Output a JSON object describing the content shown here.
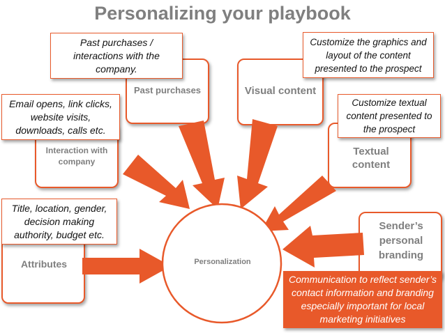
{
  "title": "Personalizing your playbook",
  "center": {
    "label": "Personalization"
  },
  "cards": {
    "past_purchases": "Past purchases",
    "visual_content": "Visual content",
    "interaction": "Interaction with company",
    "textual_content": "Textual content",
    "attributes": "Attributes",
    "senders_branding": "Sender’s personal branding"
  },
  "notes": {
    "past_purchases": "Past purchases / interactions with the company.",
    "email_opens": "Email opens, link clicks, website visits, downloads, calls etc.",
    "customize_graphics": "Customize the graphics and layout of the content presented to the prospect",
    "customize_textual": "Customize textual content presented to the prospect",
    "attributes": "Title, location, gender, decision making authority, budget etc.",
    "senders_branding": "Communication to reflect sender’s contact information and branding especially important for local marketing initiatives"
  },
  "colors": {
    "accent": "#e8592a",
    "label_gray": "#7f7f7f",
    "title_gray": "#7f7f7f"
  }
}
